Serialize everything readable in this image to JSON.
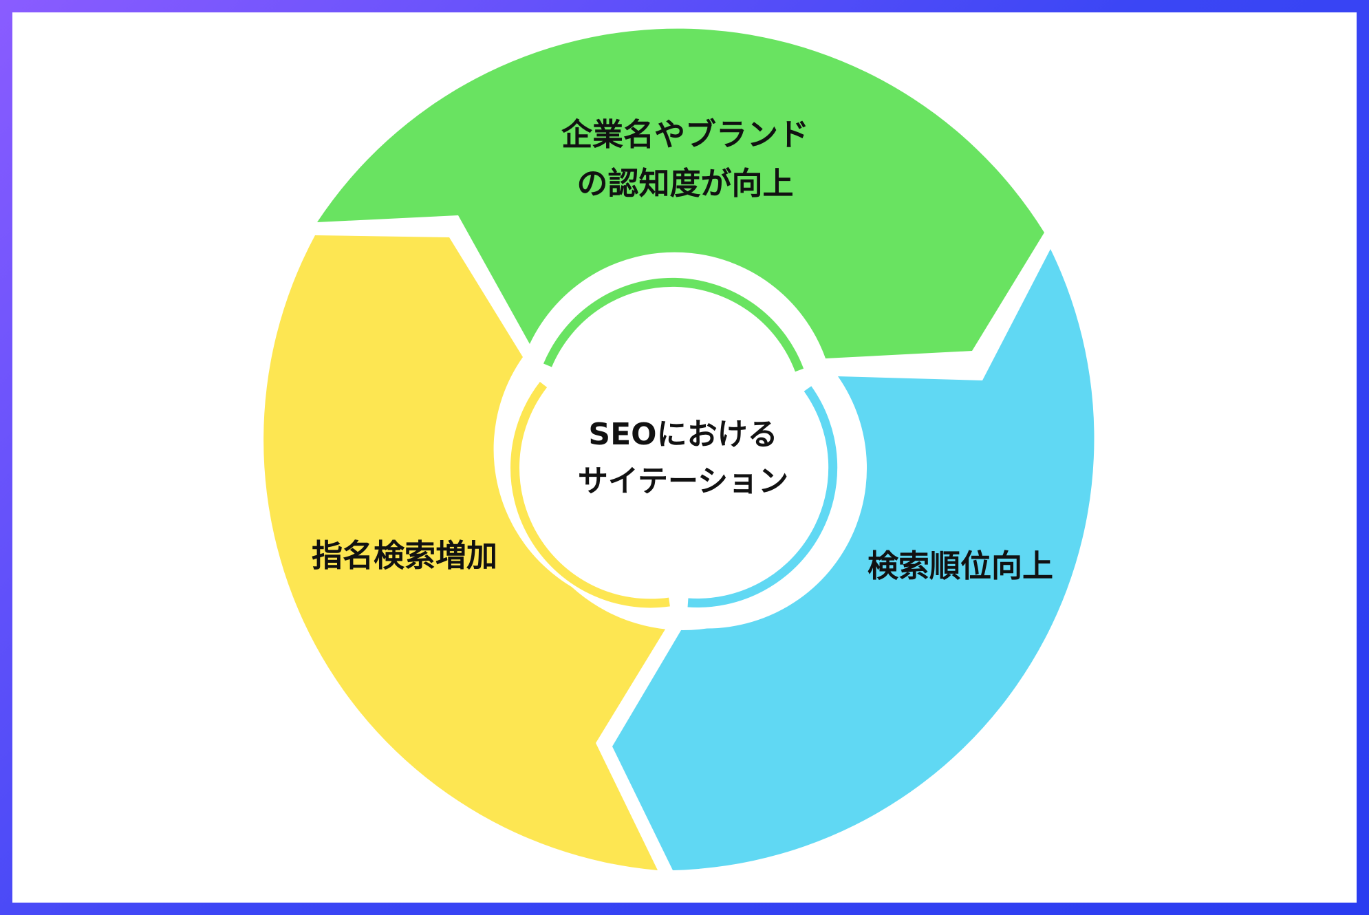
{
  "diagram": {
    "center": {
      "line1": "SEOにおける",
      "line2": "サイテーション"
    },
    "segments": [
      {
        "id": "green",
        "color": "#69e361",
        "lines": [
          "企業名やブランド",
          "の認知度が向上"
        ]
      },
      {
        "id": "blue",
        "color": "#60d8f3",
        "lines": [
          "検索順位向上"
        ]
      },
      {
        "id": "yellow",
        "color": "#fde652",
        "lines": [
          "指名検索増加"
        ]
      }
    ]
  }
}
